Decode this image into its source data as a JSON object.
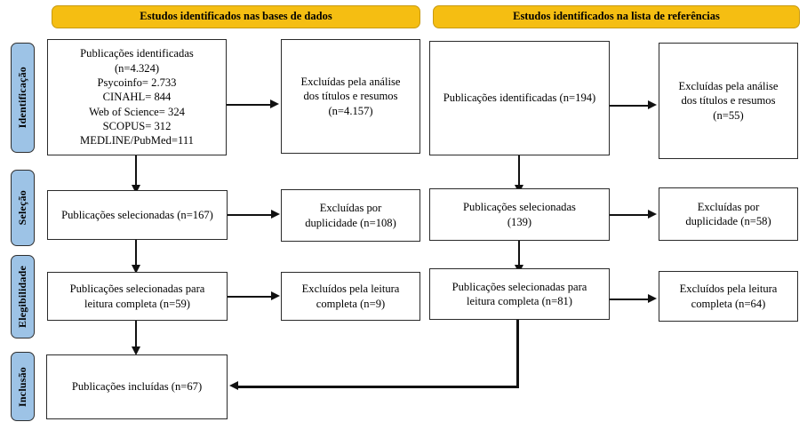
{
  "diagram": {
    "title": "PRISMA flow diagram",
    "colors": {
      "header_orange": "#F5BE12",
      "stage_blue": "#9DC3E6",
      "line_black": "#111111",
      "box_border": "#2A2A2A"
    }
  },
  "headers": [
    {
      "id": "databases",
      "label": "Estudos identificados nas bases de dados"
    },
    {
      "id": "references",
      "label": "Estudos identificados na lista de referências"
    }
  ],
  "stages": [
    {
      "id": "identificacao",
      "label": "Identificação"
    },
    {
      "id": "selecao",
      "label": "Seleção"
    },
    {
      "id": "elegibilidade",
      "label": "Elegibilidade"
    },
    {
      "id": "inclusao",
      "label": "Inclusão"
    }
  ],
  "boxes": [
    {
      "id": "db-identified",
      "text": "Publicações identificadas\n(n=4.324)\nPsycoinfo= 2.733\nCINAHL= 844\nWeb of Science= 324\nSCOPUS= 312\nMEDLINE/PubMed=111"
    },
    {
      "id": "db-excluded-title-abstract",
      "text": "Excluídas pela análise\ndos títulos e resumos\n(n=4.157)"
    },
    {
      "id": "ref-identified",
      "text": "Publicações identificadas (n=194)"
    },
    {
      "id": "ref-excluded-title-abstract",
      "text": "Excluídas pela análise\ndos títulos e resumos\n(n=55)"
    },
    {
      "id": "db-selected",
      "text": "Publicações selecionadas (n=167)"
    },
    {
      "id": "db-excluded-duplicates",
      "text": "Excluídas por\nduplicidade (n=108)"
    },
    {
      "id": "ref-selected",
      "text": "Publicações selecionadas\n(139)"
    },
    {
      "id": "ref-excluded-duplicates",
      "text": "Excluídas por\nduplicidade (n=58)"
    },
    {
      "id": "db-fulltext",
      "text": "Publicações selecionadas para\nleitura completa (n=59)"
    },
    {
      "id": "db-excluded-fulltext",
      "text": "Excluídos pela leitura\ncompleta (n=9)"
    },
    {
      "id": "ref-fulltext",
      "text": "Publicações selecionadas para\nleitura completa (n=81)"
    },
    {
      "id": "ref-excluded-fulltext",
      "text": "Excluídos pela leitura\ncompleta (n=64)"
    },
    {
      "id": "included",
      "text": "Publicações incluídas (n=67)"
    }
  ]
}
